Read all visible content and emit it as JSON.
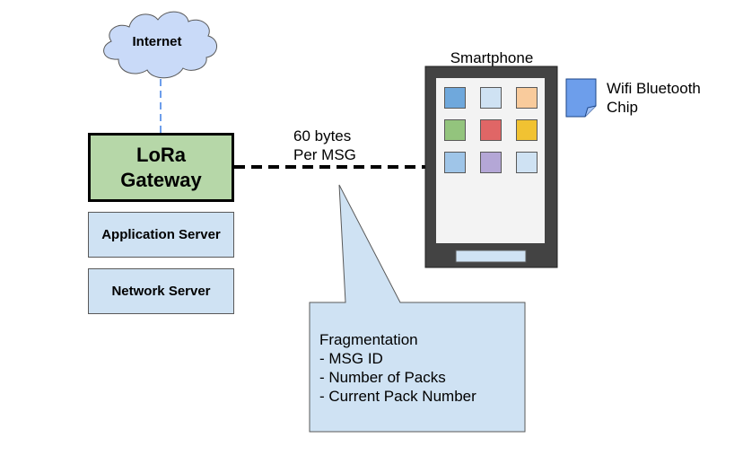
{
  "diagram": {
    "cloud_label": "Internet",
    "gateway_line1": "LoRa",
    "gateway_line2": "Gateway",
    "application_server": "Application Server",
    "network_server": "Network Server",
    "link_label_line1": "60 bytes",
    "link_label_line2": "Per MSG",
    "phone_title": "Smartphone",
    "chip_label_line1": "Wifi Bluetooth",
    "chip_label_line2": "Chip",
    "callout": {
      "title": "Fragmentation",
      "items": [
        "- MSG ID",
        "- Number of Packs",
        "- Current Pack Number"
      ]
    },
    "colors": {
      "gateway_fill": "#b6d7a8",
      "server_fill": "#cfe2f3",
      "cloud_fill": "#c9daf8",
      "phone_body": "#434343",
      "phone_screen": "#f3f3f3",
      "chip_fill": "#6d9eeb",
      "internet_link": "#6d9eeb"
    },
    "app_icon_colors": [
      "#6fa8dc",
      "#cfe2f3",
      "#f9cb9c",
      "#93c47d",
      "#e06666",
      "#f1c232",
      "#9fc5e8",
      "#b4a7d6",
      "#cfe2f3"
    ]
  }
}
